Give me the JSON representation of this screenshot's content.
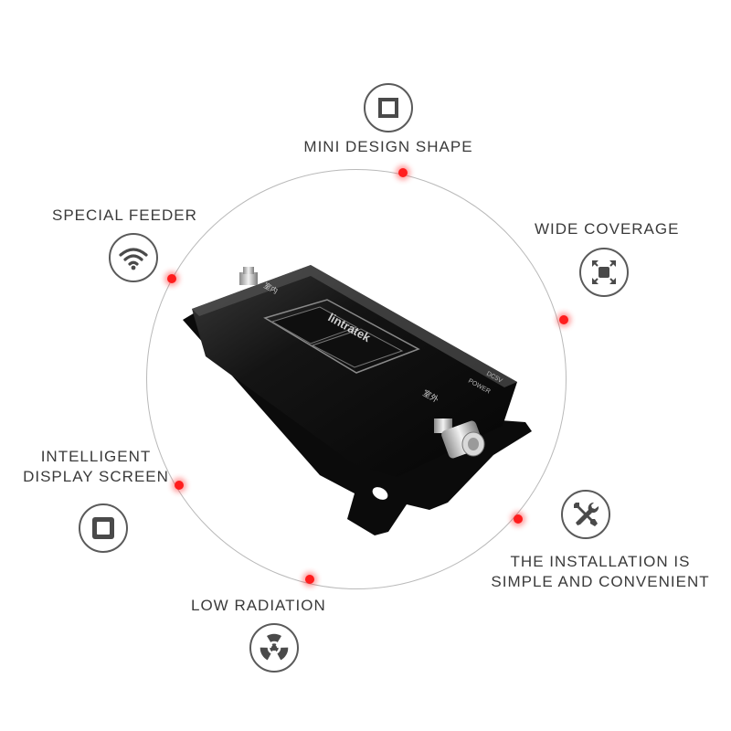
{
  "features": {
    "mini_design": {
      "label": "MINI DESIGN SHAPE",
      "icon": "square-frame-icon"
    },
    "special_feeder": {
      "label": "SPECIAL FEEDER",
      "icon": "wifi-icon"
    },
    "wide_coverage": {
      "label": "WIDE COVERAGE",
      "icon": "expand-arrows-icon"
    },
    "intelligent_display": {
      "line1": "INTELLIGENT",
      "line2": "DISPLAY SCREEN",
      "icon": "display-square-icon"
    },
    "installation": {
      "line1": "THE INSTALLATION IS",
      "line2": "SIMPLE AND CONVENIENT",
      "icon": "wrench-screwdriver-icon"
    },
    "low_radiation": {
      "label": "LOW RADIATION",
      "icon": "radiation-icon"
    }
  },
  "device": {
    "brand": "lintratek",
    "port_top_label": "室内",
    "port_bottom_label": "室外",
    "power_label": "POWER",
    "dc_label": "DC5V"
  },
  "colors": {
    "accent_dot": "#ff1d1d",
    "ring": "#b9b9b9",
    "text": "#3a3a3a",
    "device_body": "#141414"
  }
}
